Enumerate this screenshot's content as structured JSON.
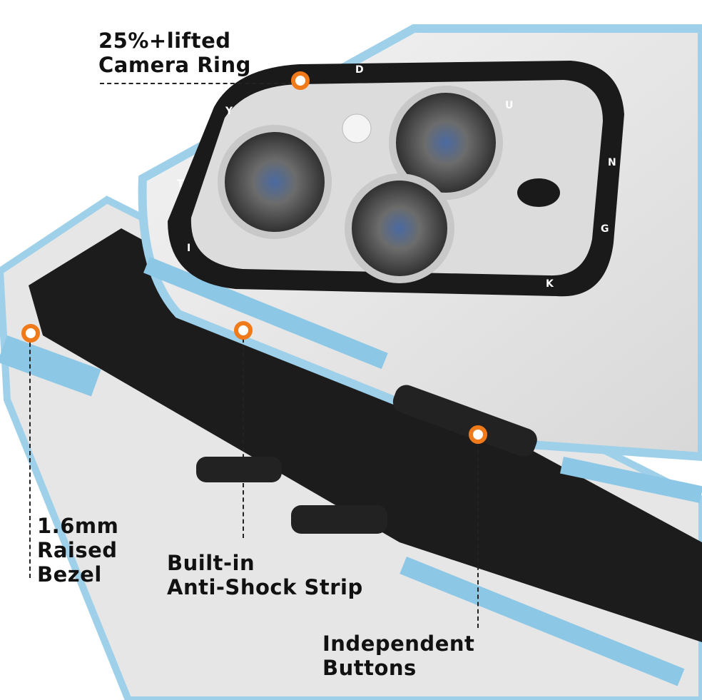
{
  "callouts": {
    "camera_ring": [
      "25%+lifted",
      "Camera Ring"
    ],
    "bezel": [
      "1.6mm",
      "Raised",
      "Bezel"
    ],
    "strip": [
      "Built-in",
      "Anti-Shock Strip"
    ],
    "buttons": [
      "Independent",
      "Buttons"
    ]
  },
  "ring_letters": [
    "T",
    "Y",
    "D",
    "U",
    "N",
    "G",
    "K",
    "I"
  ],
  "colors": {
    "accent": "#f07a1a",
    "case_blue": "#8cc8e6",
    "ring": "#1a1a1a"
  }
}
